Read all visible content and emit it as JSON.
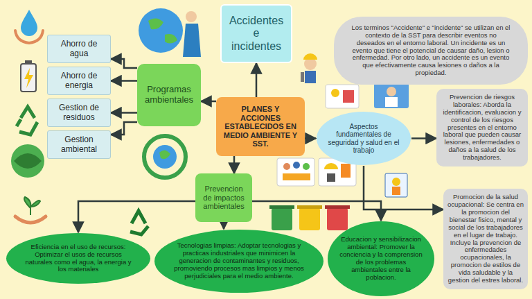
{
  "diagram": {
    "nodes": [
      {
        "text": [
          "PLANES Y ACCIONES ESTABLECIDOS EN MEDIO AMBIENTE Y SST."
        ]
      },
      {
        "text": [
          "Accidentes e incidentes"
        ]
      },
      {
        "text": [
          "Los terminos \"Accidente\" e \"incidente\" se utilizan en el contexto de la SST para describir eventos no deseados en el entorno laboral. Un incidente es un evento que tiene el potencial de causar daño, lesion o enfermedad. Por otro lado, un accidente es un evento que efectivamente causa lesiones o daños a la propiedad."
        ]
      },
      {
        "text": [
          "Programas ambientales"
        ]
      },
      {
        "text": [
          "Ahorro de agua"
        ]
      },
      {
        "text": [
          "Ahorro de energia"
        ]
      },
      {
        "text": [
          "Gestion de residuos"
        ]
      },
      {
        "text": [
          "Gestion ambiental"
        ]
      },
      {
        "text": [
          "Aspectos fundamentales de seguridad y salud en el trabajo"
        ]
      },
      {
        "text": [
          "Prevencion de riesgos laborales: Aborda la identificacion, evaluacion y control de los riesgos presentes en el entorno laboral que pueden causar lesiones, enfermedades o daños a la salud de los trabajadores."
        ]
      },
      {
        "text": [
          "Promocion de la salud ocupacional: Se centra en la promocion del bienestar fisico, mental y social de los trabajadores en el lugar de trabajo. Incluye la prevencion de enfermedades ocupacionales, la promocion de estilos de vida saludable y la gestion del estres laboral."
        ]
      },
      {
        "text": [
          "Prevencion de impactos ambientales"
        ]
      },
      {
        "text": [
          "Eficiencia en el uso de recursos: Optimizar el usos de recursos naturales como el agua, la energia y los materiales"
        ]
      },
      {
        "text": [
          "Tecnologias limpias: Adoptar tecnologias y practicas industriales que minimicen la generacion de contaminantes y residuos, promoviendo procesos mas limpios y menos perjudiciales para el medio ambiente."
        ]
      },
      {
        "text": [
          "Educacion y sensibilizacion ambiental: Promover la conciencia y la comprension de los problemas ambientales entre la poblacion."
        ]
      }
    ],
    "edges": [
      {
        "from": 0,
        "to": 1,
        "arrow": "to"
      },
      {
        "from": 0,
        "to": 3,
        "arrow": "to"
      },
      {
        "from": 3,
        "to": 4,
        "arrow": "to"
      },
      {
        "from": 3,
        "to": 5,
        "arrow": "to"
      },
      {
        "from": 3,
        "to": 6,
        "arrow": "to"
      },
      {
        "from": 3,
        "to": 7,
        "arrow": "to"
      },
      {
        "from": 0,
        "to": 8,
        "arrow": "to"
      },
      {
        "from": 8,
        "to": 9,
        "arrow": "to"
      },
      {
        "from": 8,
        "to": 10,
        "arrow": "to"
      },
      {
        "from": 0,
        "to": 11,
        "arrow": "to"
      },
      {
        "from": 11,
        "to": 12,
        "arrow": "to"
      },
      {
        "from": 11,
        "to": 13,
        "arrow": "to"
      },
      {
        "from": 11,
        "to": 14,
        "arrow": "to"
      }
    ]
  }
}
